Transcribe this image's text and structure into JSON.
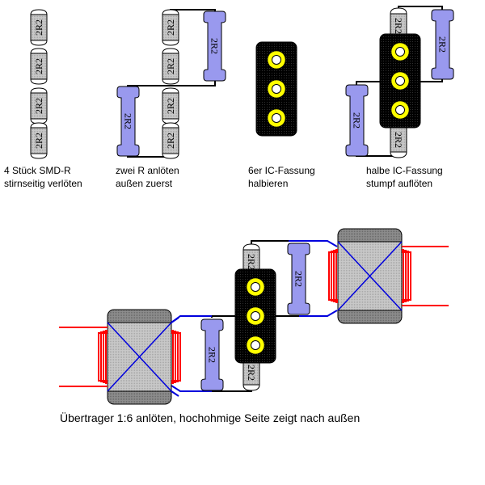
{
  "resistor_value": "2R2",
  "colors": {
    "smd_body": "#c8c8c8",
    "blue_resistor": "#9999ee",
    "ic_socket": "#000000",
    "pin_ring": "#ffff00",
    "core_dark": "#8c8c8c",
    "core_light": "#c8c8c8",
    "winding_red": "#ff0000",
    "wire_blue": "#0000dd",
    "wire_black": "#000000"
  },
  "steps": [
    {
      "id": "step1",
      "line1": "4 Stück SMD-R",
      "line2": "stirnseitig verlöten"
    },
    {
      "id": "step2",
      "line1": "zwei R anlöten",
      "line2": "außen zuerst"
    },
    {
      "id": "step3",
      "line1": "6er IC-Fassung",
      "line2": "halbieren"
    },
    {
      "id": "step4",
      "line1": "halbe IC-Fassung",
      "line2": "stumpf auflöten"
    }
  ],
  "final_caption": "Übertrager 1:6 anlöten, hochohmige Seite zeigt nach außen"
}
